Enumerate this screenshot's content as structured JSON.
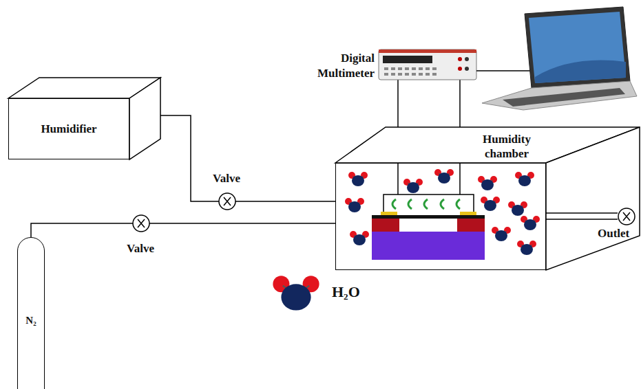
{
  "diagram": {
    "nodes": [
      {
        "text": [
          "Humidifier"
        ]
      },
      {
        "text": [
          "Digital Multimeter"
        ]
      },
      {
        "text": [
          "Humidity chamber"
        ]
      },
      {
        "text": [
          "N₂"
        ]
      }
    ],
    "edges": [
      {
        "from": 0,
        "to": 2,
        "arrow": "none"
      },
      {
        "from": 3,
        "to": 2,
        "arrow": "none"
      },
      {
        "from": 1,
        "to": 2,
        "arrow": "none"
      },
      {
        "from": 1,
        "to": 2,
        "arrow": "none"
      }
    ],
    "labels": [
      "Valve",
      "Valve",
      "Outlet",
      "H₂O"
    ]
  }
}
